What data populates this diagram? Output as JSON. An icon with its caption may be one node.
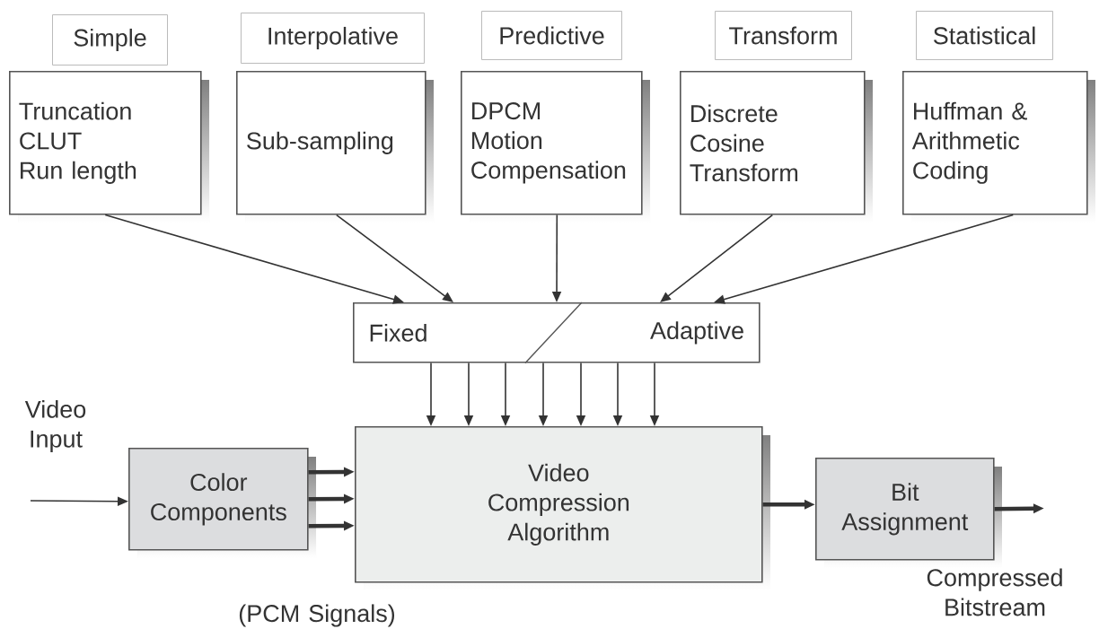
{
  "diagram": {
    "nodes": [
      {
        "text": [
          "Simple"
        ]
      },
      {
        "text": [
          "Interpolative"
        ]
      },
      {
        "text": [
          "Predictive"
        ]
      },
      {
        "text": [
          "Transform"
        ]
      },
      {
        "text": [
          "Statistical"
        ]
      },
      {
        "text": [
          "Truncation",
          "CLUT",
          "Run length"
        ]
      },
      {
        "text": [
          "Sub-sampling"
        ]
      },
      {
        "text": [
          "DPCM",
          "Motion Compensation"
        ]
      },
      {
        "text": [
          "Discrete Cosine Transform"
        ]
      },
      {
        "text": [
          "Huffman & Arithmetic Coding"
        ]
      },
      {
        "text": [
          "Fixed",
          "Adaptive"
        ]
      },
      {
        "text": [
          "Video Compression Algorithm"
        ]
      },
      {
        "text": [
          "Color Components"
        ]
      },
      {
        "text": [
          "Bit Assignment"
        ]
      }
    ],
    "edges": [
      {
        "from": 5,
        "to": 10,
        "arrow": "to"
      },
      {
        "from": 6,
        "to": 10,
        "arrow": "to"
      },
      {
        "from": 7,
        "to": 10,
        "arrow": "to"
      },
      {
        "from": 8,
        "to": 10,
        "arrow": "to"
      },
      {
        "from": 9,
        "to": 10,
        "arrow": "to"
      },
      {
        "from": 10,
        "to": 11,
        "arrow": "to"
      },
      {
        "from": 10,
        "to": 11,
        "arrow": "to"
      },
      {
        "from": 10,
        "to": 11,
        "arrow": "to"
      },
      {
        "from": 10,
        "to": 11,
        "arrow": "to"
      },
      {
        "from": 10,
        "to": 11,
        "arrow": "to"
      },
      {
        "from": 10,
        "to": 11,
        "arrow": "to"
      },
      {
        "from": 10,
        "to": 11,
        "arrow": "to"
      },
      {
        "from": 12,
        "to": 11,
        "arrow": "to",
        "style": "thick"
      },
      {
        "from": 12,
        "to": 11,
        "arrow": "to",
        "style": "thick"
      },
      {
        "from": 12,
        "to": 11,
        "arrow": "to",
        "style": "thick"
      },
      {
        "from": 11,
        "to": 13,
        "arrow": "to",
        "style": "thick"
      },
      {
        "from": null,
        "to": 12,
        "arrow": "to"
      },
      {
        "from": 13,
        "to": null,
        "arrow": "to",
        "style": "thick"
      }
    ],
    "labels": [
      "Video Input",
      "(PCM Signals)",
      "Compressed Bitstream"
    ]
  }
}
